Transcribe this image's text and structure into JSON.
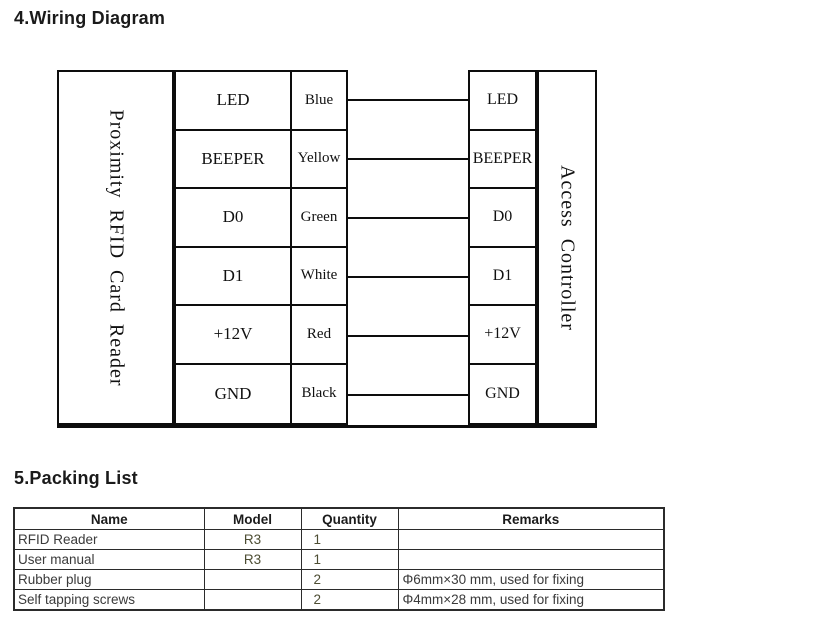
{
  "page": {
    "section4_title": "4.Wiring Diagram",
    "section5_title": "5.Packing List"
  },
  "wiring_diagram": {
    "left_device": "Proximity RFID Card Reader",
    "right_device": "Access Controller",
    "rows": [
      {
        "pin": "LED",
        "wire_color": "Blue",
        "controller_pin": "LED"
      },
      {
        "pin": "BEEPER",
        "wire_color": "Yellow",
        "controller_pin": "BEEPER"
      },
      {
        "pin": "D0",
        "wire_color": "Green",
        "controller_pin": "D0"
      },
      {
        "pin": "D1",
        "wire_color": "White",
        "controller_pin": "D1"
      },
      {
        "pin": "+12V",
        "wire_color": "Red",
        "controller_pin": "+12V"
      },
      {
        "pin": "GND",
        "wire_color": "Black",
        "controller_pin": "GND"
      }
    ]
  },
  "packing_list": {
    "headers": [
      "Name",
      "Model",
      "Quantity",
      "Remarks"
    ],
    "rows": [
      [
        "RFID Reader",
        "R3",
        "1",
        ""
      ],
      [
        "User manual",
        "R3",
        "1",
        ""
      ],
      [
        "Rubber plug",
        "",
        "2",
        "Φ6mm×30 mm, used for fixing"
      ],
      [
        "Self tapping screws",
        "",
        "2",
        "Φ4mm×28 mm, used for fixing"
      ]
    ]
  },
  "colors": {
    "line": "#0d0d0d",
    "heading_text": "#1a1a1a",
    "table_border": "#2b2b2b",
    "table_text": "#3a3a3a",
    "table_value_text": "#4d4d33",
    "background": "#ffffff"
  }
}
